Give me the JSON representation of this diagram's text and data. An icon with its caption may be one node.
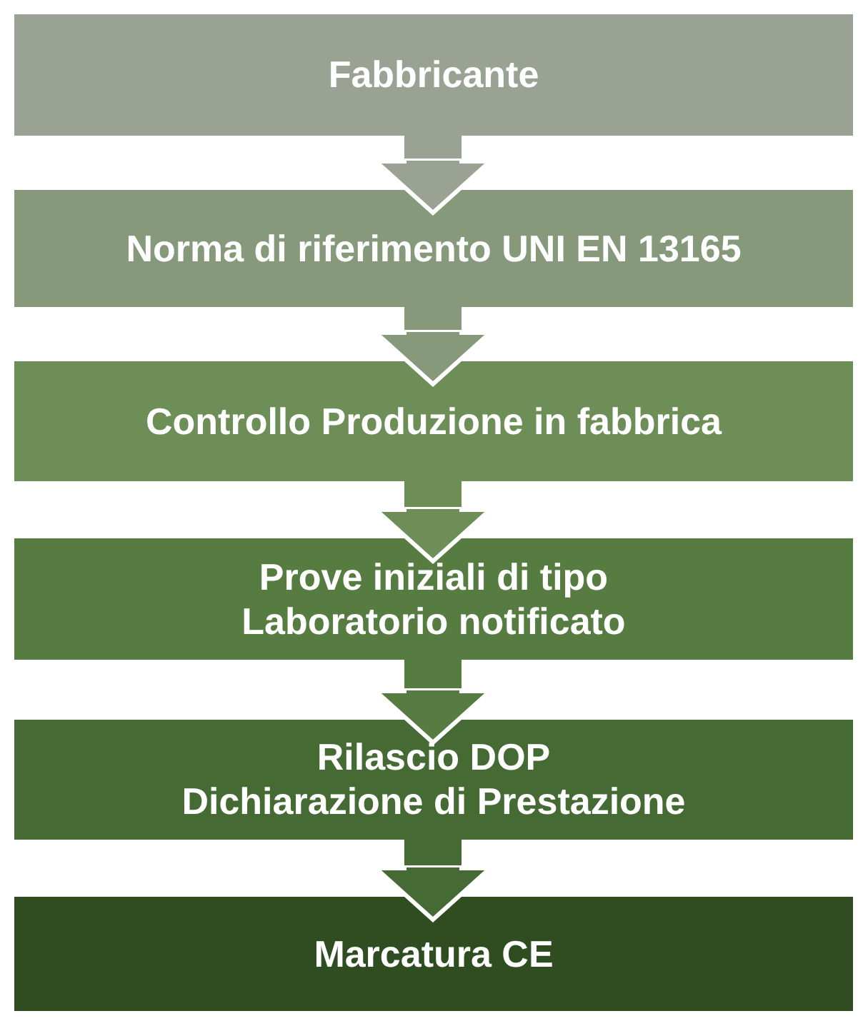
{
  "diagram": {
    "nodes": [
      {
        "text": [
          "Fabbricante"
        ]
      },
      {
        "text": [
          "Norma di riferimento UNI EN 13165"
        ]
      },
      {
        "text": [
          "Controllo Produzione in fabbrica"
        ]
      },
      {
        "text": [
          "Prove iniziali di tipo",
          "Laboratorio notificato"
        ]
      },
      {
        "text": [
          "Rilascio DOP",
          "Dichiarazione di Prestazione"
        ]
      },
      {
        "text": [
          "Marcatura CE"
        ]
      }
    ],
    "edges": [
      {
        "from": 0,
        "to": 1,
        "arrow": "to",
        "color": "#9aa293"
      },
      {
        "from": 1,
        "to": 2,
        "arrow": "to",
        "color": "#86997a"
      },
      {
        "from": 2,
        "to": 3,
        "arrow": "to",
        "color": "#6e8e58"
      },
      {
        "from": 3,
        "to": 4,
        "arrow": "to",
        "color": "#577c42"
      },
      {
        "from": 4,
        "to": 5,
        "arrow": "to",
        "color": "#466a33"
      }
    ]
  }
}
